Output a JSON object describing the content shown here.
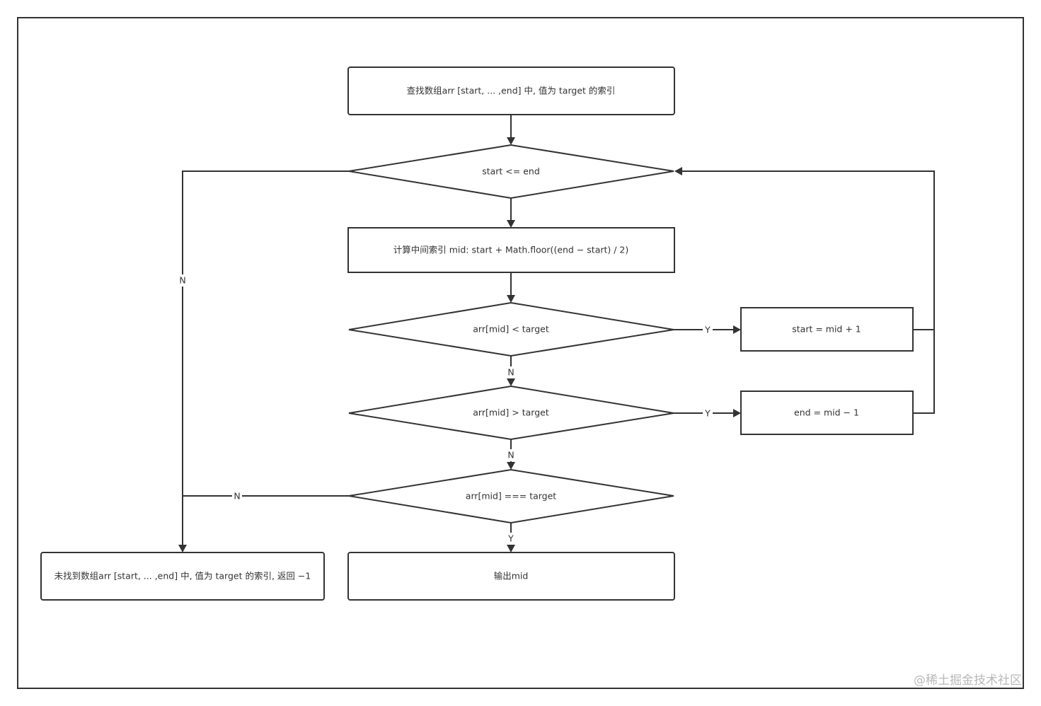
{
  "nodes": {
    "start": "查找数组arr [start, ... ,end] 中, 值为 target 的索引",
    "loop_condition": "start <= end",
    "compute_mid": "计算中间索引 mid: start + Math.floor((end − start) / 2)",
    "less_check": "arr[mid] < target",
    "move_start": "start = mid + 1",
    "greater_check": "arr[mid] > target",
    "move_end": "end = mid − 1",
    "equal_check": "arr[mid] === target",
    "not_found": "未找到数组arr [start, ... ,end] 中, 值为 target 的索引, 返回 −1",
    "output": "输出mid"
  },
  "edge_labels": {
    "loop_no": "N",
    "less_yes": "Y",
    "less_no": "N",
    "greater_yes": "Y",
    "greater_no": "N",
    "equal_no": "N",
    "equal_yes": "Y"
  },
  "watermark": "@稀土掘金技术社区",
  "colors": {
    "stroke": "#333333",
    "background": "#ffffff",
    "watermark": "#b8b8b8"
  }
}
